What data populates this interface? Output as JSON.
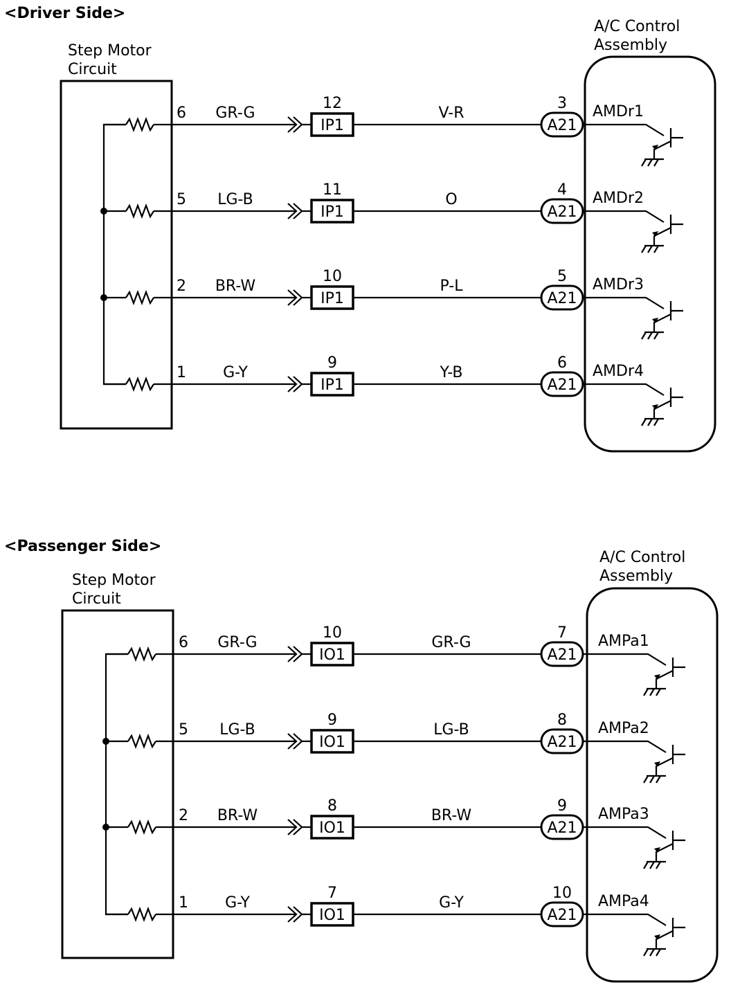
{
  "sections": [
    {
      "title": "Driver Side",
      "motor_label_lines": [
        "Step Motor",
        "Circuit"
      ],
      "ecu_label_lines": [
        "A/C Control",
        "Assembly"
      ],
      "rows": [
        {
          "motor_pin": "6",
          "wire1": "GR-G",
          "conn_pin": "12",
          "conn": "IP1",
          "wire2": "V-R",
          "ecu_pin": "3",
          "ecu_conn": "A21",
          "signal": "AMDr1"
        },
        {
          "motor_pin": "5",
          "wire1": "LG-B",
          "conn_pin": "11",
          "conn": "IP1",
          "wire2": "O",
          "ecu_pin": "4",
          "ecu_conn": "A21",
          "signal": "AMDr2"
        },
        {
          "motor_pin": "2",
          "wire1": "BR-W",
          "conn_pin": "10",
          "conn": "IP1",
          "wire2": "P-L",
          "ecu_pin": "5",
          "ecu_conn": "A21",
          "signal": "AMDr3"
        },
        {
          "motor_pin": "1",
          "wire1": "G-Y",
          "conn_pin": "9",
          "conn": "IP1",
          "wire2": "Y-B",
          "ecu_pin": "6",
          "ecu_conn": "A21",
          "signal": "AMDr4"
        }
      ]
    },
    {
      "title": "Passenger Side",
      "motor_label_lines": [
        "Step Motor",
        "Circuit"
      ],
      "ecu_label_lines": [
        "A/C Control",
        "Assembly"
      ],
      "rows": [
        {
          "motor_pin": "6",
          "wire1": "GR-G",
          "conn_pin": "10",
          "conn": "IO1",
          "wire2": "GR-G",
          "ecu_pin": "7",
          "ecu_conn": "A21",
          "signal": "AMPa1"
        },
        {
          "motor_pin": "5",
          "wire1": "LG-B",
          "conn_pin": "9",
          "conn": "IO1",
          "wire2": "LG-B",
          "ecu_pin": "8",
          "ecu_conn": "A21",
          "signal": "AMPa2"
        },
        {
          "motor_pin": "2",
          "wire1": "BR-W",
          "conn_pin": "8",
          "conn": "IO1",
          "wire2": "BR-W",
          "ecu_pin": "9",
          "ecu_conn": "A21",
          "signal": "AMPa3"
        },
        {
          "motor_pin": "1",
          "wire1": "G-Y",
          "conn_pin": "7",
          "conn": "IO1",
          "wire2": "G-Y",
          "ecu_pin": "10",
          "ecu_conn": "A21",
          "signal": "AMPa4"
        }
      ]
    }
  ]
}
